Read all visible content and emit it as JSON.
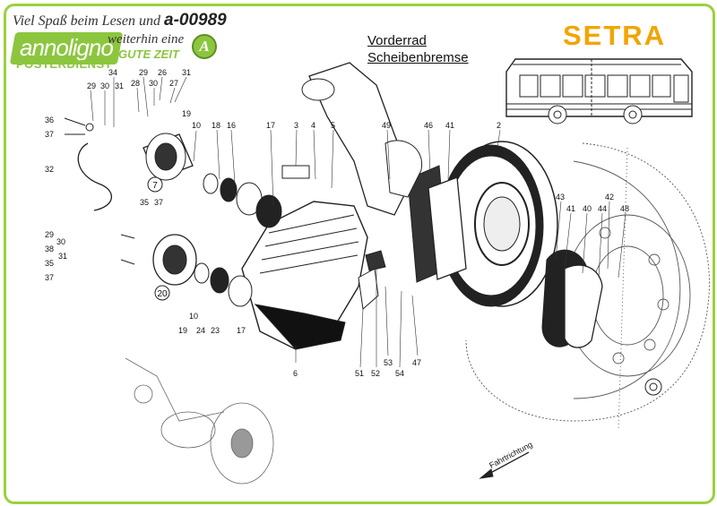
{
  "header": {
    "line1": "Viel Spaß beim Lesen und",
    "code": "a-00989",
    "line2": "weiterhin eine",
    "line3": "GUTE ZEIT",
    "badge": "A",
    "logo": "annoligno",
    "logo_sub": "POSTERDIENST"
  },
  "title": {
    "line1": "Vorderrad",
    "line2": "Scheibenbremse"
  },
  "brand": "SETRA",
  "direction_label": "Fahrtrichtung",
  "colors": {
    "border": "#9bd13c",
    "accent": "#8cc63f",
    "brand": "#f2a500"
  },
  "labels": {
    "l1": "29",
    "l2": "30",
    "l3": "34",
    "l4": "31",
    "l5": "29",
    "l6": "26",
    "l7": "31",
    "l8": "28",
    "l9": "30",
    "l10": "27",
    "l11": "36",
    "l12": "37",
    "l13": "19",
    "l14": "10",
    "l15": "18",
    "l16": "16",
    "l17": "17",
    "l18": "3",
    "l19": "4",
    "l20": "5",
    "l21": "49",
    "l22": "46",
    "l23": "41",
    "l24": "2",
    "l25": "32",
    "l26": "35",
    "l27": "37",
    "l28": "29",
    "l29": "30",
    "l30": "38",
    "l31": "31",
    "l32": "35",
    "l33": "37",
    "l34": "10",
    "l35": "19",
    "l36": "24",
    "l37": "23",
    "l38": "17",
    "l39": "6",
    "l40": "51",
    "l41": "52",
    "l42": "53",
    "l43": "54",
    "l44": "47",
    "l45": "43",
    "l46": "41",
    "l47": "40",
    "l48": "44",
    "l49": "42",
    "l50": "48"
  },
  "circled": {
    "c1": "7",
    "c2": "20"
  }
}
